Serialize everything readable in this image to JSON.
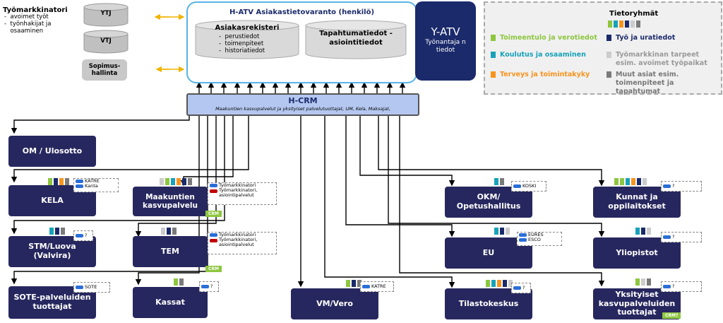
{
  "tyomarkkinatori": {
    "title": "Työmarkkinatori",
    "items": [
      "avoimet työt",
      "työnhakijat ja osaaminen"
    ]
  },
  "sources": {
    "ytj": "YTJ",
    "vtj": "VTJ",
    "sopimushallinta": "Sopimus-hallinta"
  },
  "hatv": {
    "title": "H-ATV Asiakastietovaranto  (henkilö)",
    "asiakasrekisteri": {
      "title": "Asiakasrekisteri",
      "items": [
        "perustiedot",
        "toimenpiteet",
        "historiatiedot"
      ]
    },
    "tapahtumatiedot": "Tapahtumatiedot -asiointitiedot"
  },
  "yatv": {
    "title": "Y-ATV",
    "subtitle": "Työnantaja n tiedot"
  },
  "legend": {
    "title": "Tietoryhmät",
    "items": [
      {
        "label": "Toimeentulo ja verotiedot",
        "color": "#8dc63f"
      },
      {
        "label": "Työ ja uratiedot",
        "color": "#1b2a6b"
      },
      {
        "label": "Koulutus ja osaaminen",
        "color": "#17a2b8"
      },
      {
        "label": "Työmarkkinan tarpeet esim. avoimet työpaikat",
        "color": "#cccccc"
      },
      {
        "label": "Terveys ja toimintakyky",
        "color": "#f7941d"
      },
      {
        "label": "Muut asiat esim. toimenpiteet ja tapahtumat",
        "color": "#7a7a7a"
      }
    ]
  },
  "hcrm": {
    "title": "H-CRM",
    "subtitle": "Maakuntien  kasvupalvelut  ja yksityiset palvelutuottajat,  UM,  Kela,  Maksajat,"
  },
  "nodes": {
    "om": "OM / Ulosotto",
    "kela": "KELA",
    "maakunnat": "Maakuntien kasvupalvelu",
    "stm": "STM/Luova (Valvira)",
    "tem": "TEM",
    "sote": "SOTE-palveluiden tuottajat",
    "kassat": "Kassat",
    "vm": "VM/Vero",
    "okm": "OKM/ Opetushallitus",
    "eu": "EU",
    "tilasto": "Tilastokeskus",
    "kunnat": "Kunnat ja oppilaitokset",
    "yliopistot": "Yliopistot",
    "yksityiset": "Yksityiset kasvupalveluiden tuottajat"
  },
  "tags": {
    "katre": "KATRE",
    "kanta": "Kanta",
    "tmt": "Työmarkkinatori",
    "tmt2": "Työmarkkinatori, asiointipalvelut",
    "asiointi": "asiointipalvelut",
    "sote": "SOTE",
    "koski": "KOSKI",
    "eures": "EURES",
    "esco": "ESCO",
    "q": "?",
    "crm": "CRM",
    "crmq": "CRM?"
  }
}
